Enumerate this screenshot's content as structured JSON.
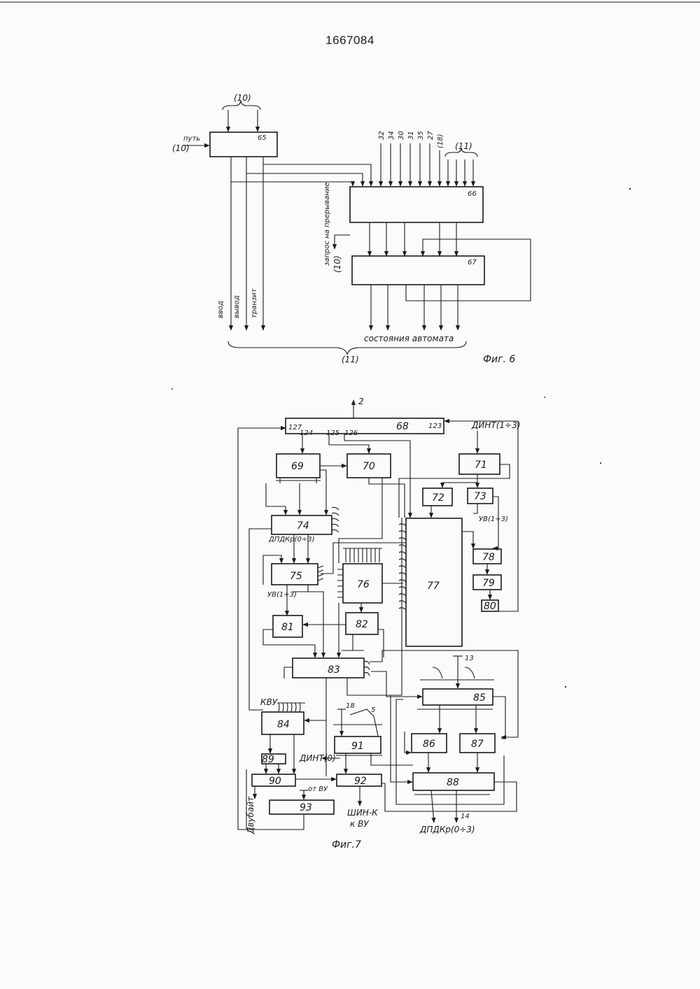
{
  "document_number": "1667084",
  "fig6": {
    "caption": "Фиг. 6",
    "blocks": [
      "65",
      "66",
      "67"
    ],
    "labels": {
      "bus_10_top": "(10)",
      "put": "путь",
      "put_ref": "(10)",
      "bus_11_right": "(11)",
      "bus_18": "(18)",
      "input_numbers": [
        "32",
        "34",
        "30",
        "31",
        "35",
        "27"
      ],
      "interrupt_request": "запрос на прерывание",
      "interrupt_ref": "(10)",
      "vvod": "ввод",
      "vyvod": "вывод",
      "tranzit": "транзит",
      "states": "состояния автомата",
      "bus_11_bottom": "(11)"
    }
  },
  "fig7": {
    "caption": "Фиг.7",
    "blocks": [
      "68",
      "69",
      "70",
      "71",
      "72",
      "73",
      "74",
      "75",
      "76",
      "77",
      "78",
      "79",
      "80",
      "81",
      "82",
      "83",
      "84",
      "85",
      "86",
      "87",
      "88",
      "89",
      "90",
      "91",
      "92",
      "93"
    ],
    "labels": {
      "out_2": "2",
      "n127": "127",
      "n124": "124",
      "n125": "125",
      "n126": "126",
      "n123": "123",
      "dint_13": "ДИНТ(1÷3)",
      "uv_13_right": "УВ(1÷3)",
      "dpdkr_03_top": "ДПДКр(0÷3)",
      "uv_13_left": "УВ(1÷3)",
      "n13": "13",
      "kvu": "КВУ",
      "n18": "18",
      "n5": "5",
      "dint_0": "ДИНТ(0)",
      "ot_vu": "от ВУ",
      "dvubait": "Двубайт",
      "shin_k": "ШИН-К",
      "k_vu": "к ВУ",
      "dpdkr_03_bottom": "ДПДКр(0÷3)",
      "n14": "14"
    }
  }
}
